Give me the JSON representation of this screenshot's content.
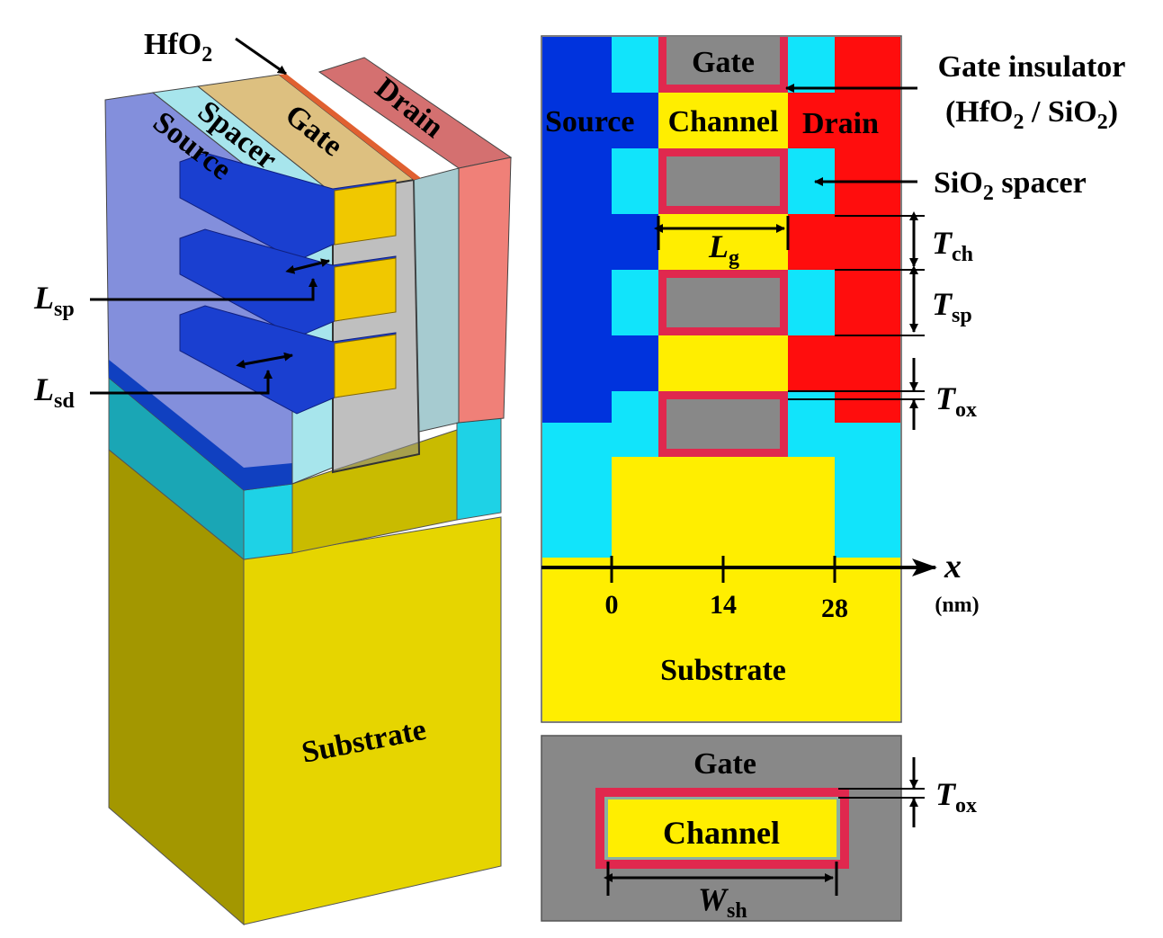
{
  "left_view": {
    "hfo2": "HfO",
    "hfo2_sub": "2",
    "source": "Source",
    "spacer": "Spacer",
    "gate": "Gate",
    "drain": "Drain",
    "substrate": "Substrate",
    "lsp_main": "L",
    "lsp_sub": "sp",
    "lsd_main": "L",
    "lsd_sub": "sd"
  },
  "cross_section": {
    "source": "Source",
    "channel": "Channel",
    "drain": "Drain",
    "gate": "Gate",
    "gate_insulator_line1": "Gate insulator",
    "gi_open": "(HfO",
    "gi_sub1": "2",
    "gi_mid": " / SiO",
    "gi_sub2": "2",
    "gi_close": ")",
    "spacer_pre": "SiO",
    "spacer_sub": "2",
    "spacer_post": " spacer",
    "lg_main": "L",
    "lg_sub": "g",
    "tch_main": "T",
    "tch_sub": "ch",
    "tsp_main": "T",
    "tsp_sub": "sp",
    "tox_main": "T",
    "tox_sub": "ox",
    "axis_var": "x",
    "axis_unit": "(nm)",
    "ticks": [
      "0",
      "14",
      "28"
    ],
    "substrate": "Substrate"
  },
  "bottom_view": {
    "gate": "Gate",
    "channel": "Channel",
    "tox_main": "T",
    "tox_sub": "ox",
    "wsh_main": "W",
    "wsh_sub": "sh"
  },
  "colors": {
    "source": "#0033dd",
    "drain": "#ff0d0d",
    "spacer": "#11e4fb",
    "gate": "#888888",
    "channel": "#ffee00",
    "oxide": "#e0284e",
    "substrate": "#f0e000"
  }
}
